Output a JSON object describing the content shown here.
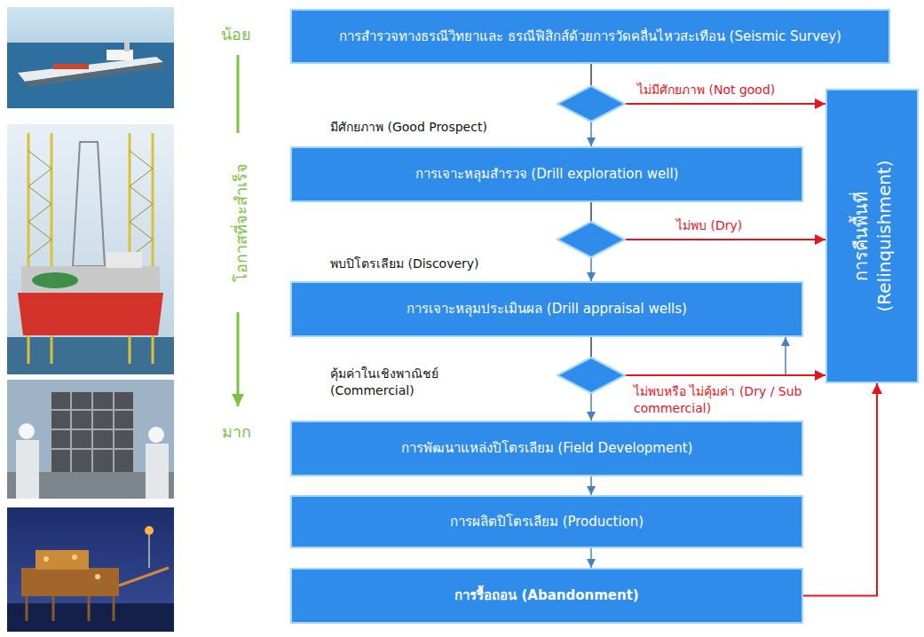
{
  "diagram": {
    "nodes": [
      {
        "text": [
          "การสำรวจทางธรณีวิทยาและ ธรณีฟิสิกส์ด้วยการวัดคลื่นไหวสะเทือน (Seismic Survey)"
        ]
      },
      {
        "text": [
          "การเจาะหลุมสำรวจ (Drill exploration well)"
        ]
      },
      {
        "text": [
          "การเจาะหลุมประเมินผล (Drill appraisal wells)"
        ]
      },
      {
        "text": [
          "การพัฒนาแหล่งปิโตรเลียม (Field Development)"
        ]
      },
      {
        "text": [
          "การผลิตปิโตรเลียม (Production)"
        ]
      },
      {
        "text": [
          "การรื้อถอน (Abandonment)"
        ]
      },
      {
        "text": [
          "การคืนพื้นที่ (Relinquishment)"
        ]
      }
    ],
    "edges": [
      {
        "from": 0,
        "to": 1,
        "arrow": "to",
        "label": "มีศักยภาพ (Good Prospect)"
      },
      {
        "from": 0,
        "to": 6,
        "arrow": "to",
        "label": "ไม่มีศักยภาพ (Not good)"
      },
      {
        "from": 1,
        "to": 2,
        "arrow": "to",
        "label": "พบปิโตรเลียม (Discovery)"
      },
      {
        "from": 1,
        "to": 6,
        "arrow": "to",
        "label": "ไม่พบ (Dry)"
      },
      {
        "from": 2,
        "to": 3,
        "arrow": "to",
        "label": "คุ้มค่าในเชิงพาณิชย์ (Commercial)"
      },
      {
        "from": 2,
        "to": 6,
        "arrow": "to",
        "label": "ไม่พบหรือ ไม่คุ้มค่า (Dry / Sub commercial)"
      },
      {
        "from": 2,
        "to": 2,
        "arrow": "to"
      },
      {
        "from": 3,
        "to": 4,
        "arrow": "to"
      },
      {
        "from": 4,
        "to": 5,
        "arrow": "to"
      },
      {
        "from": 5,
        "to": 6,
        "arrow": "to"
      }
    ],
    "labels": [
      "น้อย",
      "โอกาสที่จะสำเร็จ",
      "มาก"
    ]
  }
}
